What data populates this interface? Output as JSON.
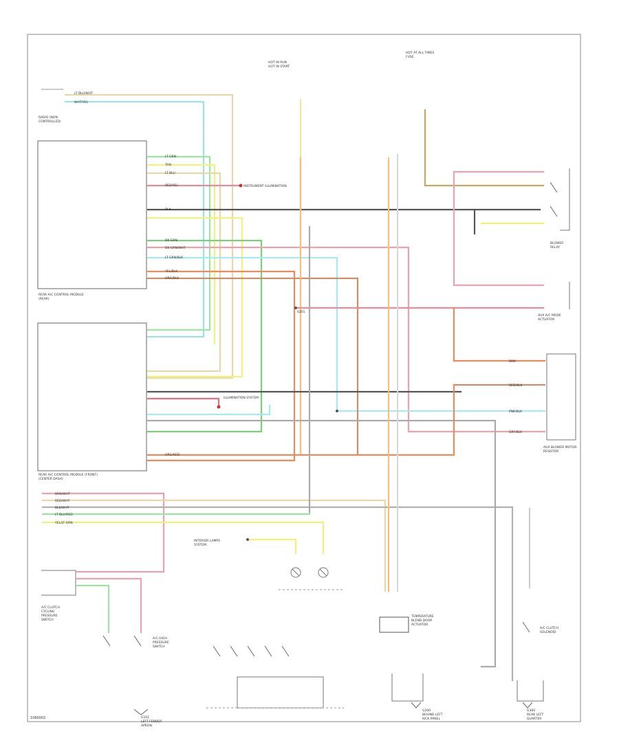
{
  "diagram": {
    "figure_id": "1080002",
    "wire_labels": [
      "LT BLU/WHT",
      "WHT/YEL",
      "LT GRN",
      "TAN",
      "LT BLU",
      "RED/YEL",
      "BLK",
      "DK GRN",
      "DK GRN/WHT",
      "LT GRN/BLK",
      "YEL/BLK",
      "ORG/BLK",
      "ORG/RED",
      "BRN",
      "RED/BLK",
      "PNK/BLK",
      "GRY/BLK",
      "BRN/WHT",
      "RED/WHT",
      "BLK/WHT",
      "LT BLU/RED",
      "YEL/LT GRN"
    ],
    "components": {
      "radio": "RADIO (NON\nCONTROLLED)",
      "ecc_module": "REAR A/C CONTROL MODULE\n(REAR)",
      "front_module": "REAR A/C CONTROL MODULE (FRONT)\n(CENTER DASH)",
      "instrument_illum": "INSTRUMENT ILLUMINATION",
      "ignition_switch": "HOT IN RUN\nHOT IN START",
      "fuse_panel": "HOT AT ALL TIMES\nFUSE",
      "interior_lamps": "INTERIOR LAMPS\nSYSTEM",
      "blower_relay": "BLOWER\nRELAY",
      "blower_motor": "AUX BLOWER MOTOR\nRESISTOR",
      "mode_actuator": "AUX A/C MODE\nACTUATOR",
      "temp_actuator": "TEMPERATURE\nBLEND DOOR\nACTUATOR",
      "clutch": "A/C CLUTCH\nSOLENOID",
      "pressure_switch": "A/C CLUTCH\nCYCLING\nPRESSURE\nSWITCH",
      "high_pressure": "A/C HIGH\nPRESSURE\nSWITCH",
      "ground_left": "G101\nLEFT FENDER\nAPRON",
      "ground_center": "G200\nBEHIND LEFT\nKICK PANEL",
      "ground_right": "G300\nREAR LEFT\nQUARTER",
      "splice": "S201",
      "illum_sys": "ILLUMINATION SYSTEM"
    }
  }
}
